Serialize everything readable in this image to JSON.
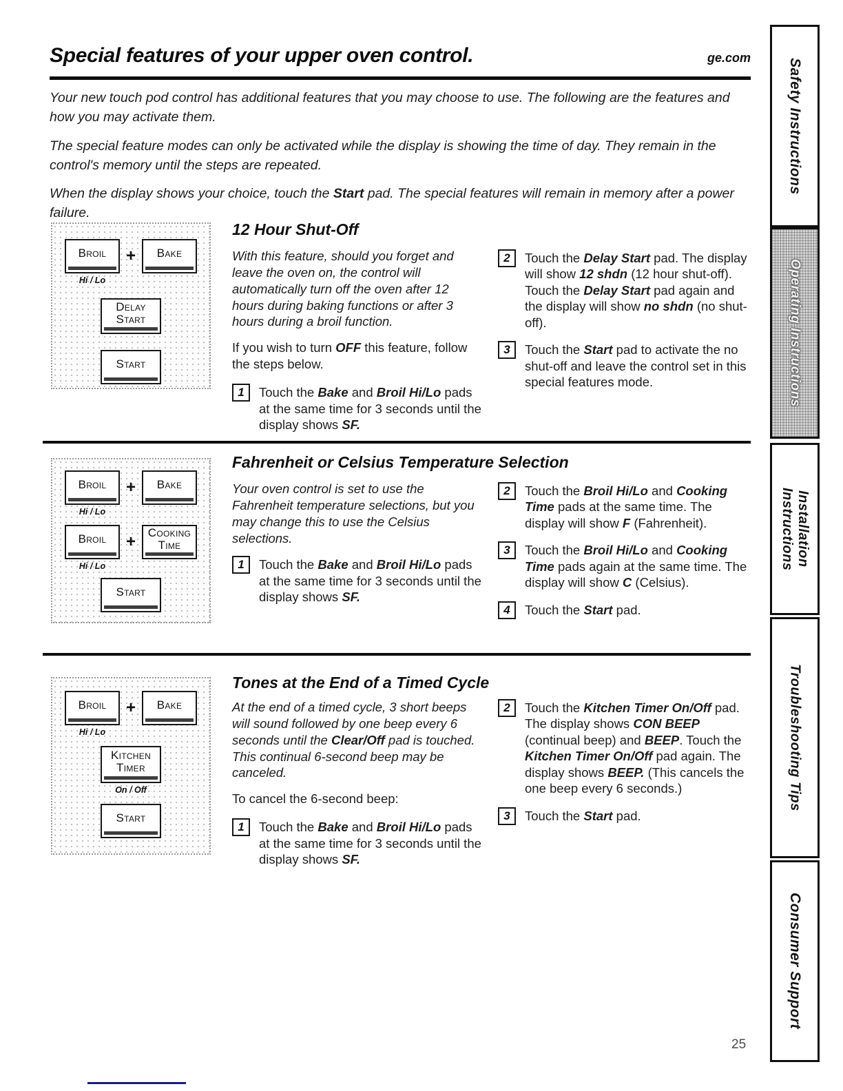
{
  "header": {
    "title": "Special features of your upper oven control.",
    "site": "ge.com",
    "intro": [
      [
        {
          "t": "Your new touch pod control has additional features that you may choose to use. The following are the features and how you may activate them."
        }
      ],
      [
        {
          "t": "The special feature modes can only be activated while the display is showing the time of day. They remain in the control's memory until the steps are repeated."
        }
      ],
      [
        {
          "t": "When the display shows your choice, touch the "
        },
        {
          "t": "Start",
          "b": true
        },
        {
          "t": " pad. The special features will remain in memory after a power failure."
        }
      ]
    ]
  },
  "buttons": {
    "broil": "Broil",
    "bake": "Bake",
    "hi_lo": "Hi / Lo",
    "delay_start": "Delay\nStart",
    "cooking_time": "Cooking\nTime",
    "kitchen_timer": "Kitchen\nTimer",
    "on_off": "On / Off",
    "start": "Start",
    "plus": "+"
  },
  "sections": [
    {
      "heading": "12 Hour Shut-Off",
      "intro": [
        {
          "t": "With this feature, should you forget and leave the oven on, the control will automatically turn off the oven after 12 hours during baking functions or after 3 hours during a broil function."
        }
      ],
      "note": [
        {
          "t": "If you wish to turn "
        },
        {
          "t": "OFF",
          "b": true
        },
        {
          "t": " this feature, follow the steps below."
        }
      ],
      "steps_left": [
        {
          "num": "1",
          "text": [
            {
              "t": "Touch the "
            },
            {
              "t": "Bake",
              "b": true
            },
            {
              "t": " and "
            },
            {
              "t": "Broil Hi/Lo",
              "b": true
            },
            {
              "t": " pads at the same time for 3 seconds until the display shows "
            },
            {
              "t": "SF.",
              "b": true
            }
          ]
        }
      ],
      "steps_right": [
        {
          "num": "2",
          "text": [
            {
              "t": "Touch the "
            },
            {
              "t": "Delay Start",
              "b": true
            },
            {
              "t": " pad. The display will show "
            },
            {
              "t": "12 shdn",
              "b": true
            },
            {
              "t": " (12 hour shut-off). Touch the "
            },
            {
              "t": "Delay Start",
              "b": true
            },
            {
              "t": " pad again and the display will show "
            },
            {
              "t": "no shdn",
              "b": true
            },
            {
              "t": " (no shut-off)."
            }
          ]
        },
        {
          "num": "3",
          "text": [
            {
              "t": "Touch the "
            },
            {
              "t": "Start",
              "b": true
            },
            {
              "t": " pad to activate the no shut-off and leave the control set in this special features mode."
            }
          ]
        }
      ]
    },
    {
      "heading": "Fahrenheit or Celsius Temperature Selection",
      "intro": [
        {
          "t": "Your oven control is set to use the Fahrenheit temperature selections, but you may change this to use the Celsius selections."
        }
      ],
      "steps_left": [
        {
          "num": "1",
          "text": [
            {
              "t": "Touch the "
            },
            {
              "t": "Bake",
              "b": true
            },
            {
              "t": " and "
            },
            {
              "t": "Broil Hi/Lo",
              "b": true
            },
            {
              "t": " pads at the same time for 3 seconds until the display shows "
            },
            {
              "t": "SF.",
              "b": true
            }
          ]
        }
      ],
      "steps_right": [
        {
          "num": "2",
          "text": [
            {
              "t": "Touch the "
            },
            {
              "t": "Broil Hi/Lo",
              "b": true
            },
            {
              "t": " and "
            },
            {
              "t": "Cooking Time",
              "b": true
            },
            {
              "t": " pads at the same time. The display will show "
            },
            {
              "t": "F",
              "b": true
            },
            {
              "t": " (Fahrenheit)."
            }
          ]
        },
        {
          "num": "3",
          "text": [
            {
              "t": "Touch the "
            },
            {
              "t": "Broil Hi/Lo",
              "b": true
            },
            {
              "t": " and "
            },
            {
              "t": "Cooking Time",
              "b": true
            },
            {
              "t": " pads again at the same time. The display will show "
            },
            {
              "t": "C",
              "b": true
            },
            {
              "t": " (Celsius)."
            }
          ]
        },
        {
          "num": "4",
          "text": [
            {
              "t": "Touch the "
            },
            {
              "t": "Start",
              "b": true
            },
            {
              "t": " pad."
            }
          ]
        }
      ]
    },
    {
      "heading": "Tones at the End of a Timed Cycle",
      "intro": [
        {
          "t": "At the end of a timed cycle, 3 short beeps will sound followed by one beep every 6 seconds until the "
        },
        {
          "t": "Clear/Off",
          "b": true
        },
        {
          "t": " pad is touched. This continual 6-second beep may be canceled."
        }
      ],
      "note": [
        {
          "t": "To cancel the 6-second beep:"
        }
      ],
      "steps_left": [
        {
          "num": "1",
          "text": [
            {
              "t": "Touch the "
            },
            {
              "t": "Bake",
              "b": true
            },
            {
              "t": " and "
            },
            {
              "t": "Broil Hi/Lo",
              "b": true
            },
            {
              "t": " pads at the same time for 3 seconds until the display shows "
            },
            {
              "t": "SF.",
              "b": true
            }
          ]
        }
      ],
      "steps_right": [
        {
          "num": "2",
          "text": [
            {
              "t": "Touch the "
            },
            {
              "t": "Kitchen Timer On/Off",
              "b": true
            },
            {
              "t": " pad. The display shows "
            },
            {
              "t": "CON BEEP",
              "b": true
            },
            {
              "t": " (continual beep) and "
            },
            {
              "t": "BEEP",
              "b": true
            },
            {
              "t": ". Touch the "
            },
            {
              "t": "Kitchen Timer On/Off",
              "b": true
            },
            {
              "t": " pad again. The display shows "
            },
            {
              "t": "BEEP.",
              "b": true
            },
            {
              "t": " (This cancels the one beep every 6 seconds.)"
            }
          ]
        },
        {
          "num": "3",
          "text": [
            {
              "t": "Touch the "
            },
            {
              "t": "Start",
              "b": true
            },
            {
              "t": " pad."
            }
          ]
        }
      ]
    }
  ],
  "sidebar": {
    "tabs": [
      {
        "label": "Safety Instructions"
      },
      {
        "label": "Operating Instructions"
      },
      {
        "label": "Installation\nInstructions"
      },
      {
        "label": "Troubleshooting Tips"
      },
      {
        "label": "Consumer Support"
      }
    ]
  },
  "footer": {
    "page_number": "25",
    "colors": {
      "footer_line": "#1b1b80",
      "ink": "#0d0d0d"
    }
  }
}
